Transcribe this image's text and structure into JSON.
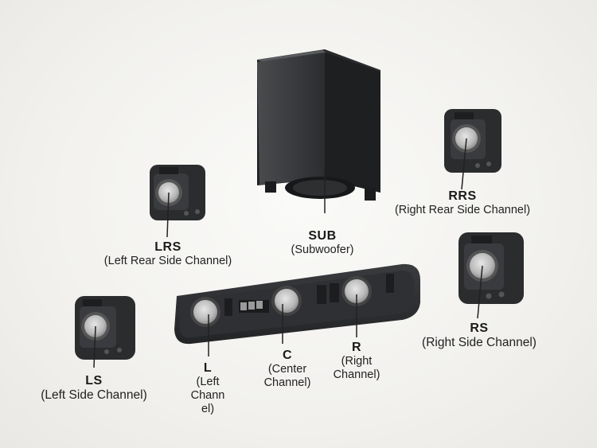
{
  "speakers": {
    "sub": {
      "code": "SUB",
      "desc": "(Subwoofer)"
    },
    "rrs": {
      "code": "RRS",
      "desc": "(Right Rear Side Channel)"
    },
    "lrs": {
      "code": "LRS",
      "desc": "(Left Rear Side Channel)"
    },
    "rs": {
      "code": "RS",
      "desc": "(Right Side Channel)"
    },
    "ls": {
      "code": "LS",
      "desc": "(Left Side Channel)"
    },
    "l": {
      "code": "L",
      "desc_lines": [
        "(Left",
        "Chann",
        "el)"
      ]
    },
    "c": {
      "code": "C",
      "desc_lines": [
        "(Center",
        "Channel)"
      ]
    },
    "r": {
      "code": "R",
      "desc_lines": [
        "(Right",
        "Channel)"
      ]
    }
  },
  "colors": {
    "body_dark": "#2a2b2d",
    "body_mid": "#3a3b3e",
    "driver_light": "#d9d9d9",
    "text": "#1a1a1a"
  }
}
